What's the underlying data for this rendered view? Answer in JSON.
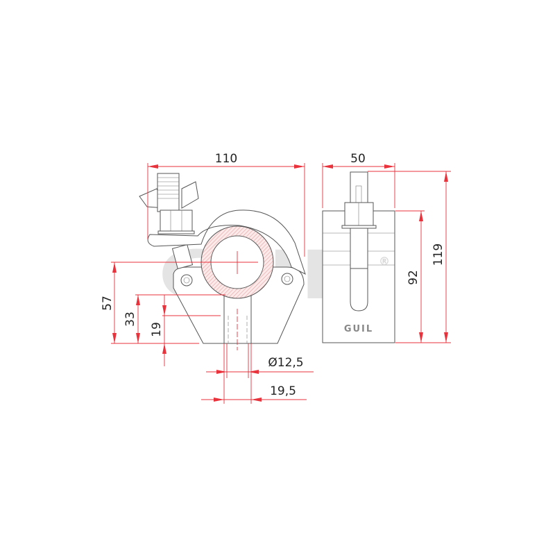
{
  "title": "Half coupler clamp technical drawing",
  "watermark": {
    "brand": "GUIL",
    "registered": "®"
  },
  "product_mark": "GUIL",
  "front_view": {
    "width": "110",
    "height_center": "57",
    "height_stem_top": "33",
    "stem_length": "19",
    "bolt_diameter": "Ø12,5",
    "stem_width": "19,5"
  },
  "side_view": {
    "width": "50",
    "body_height": "92",
    "overall_height": "119"
  },
  "colors": {
    "dimension": "#e8323c",
    "outline": "#555555",
    "tube_hatch": "#e8a0a0"
  }
}
